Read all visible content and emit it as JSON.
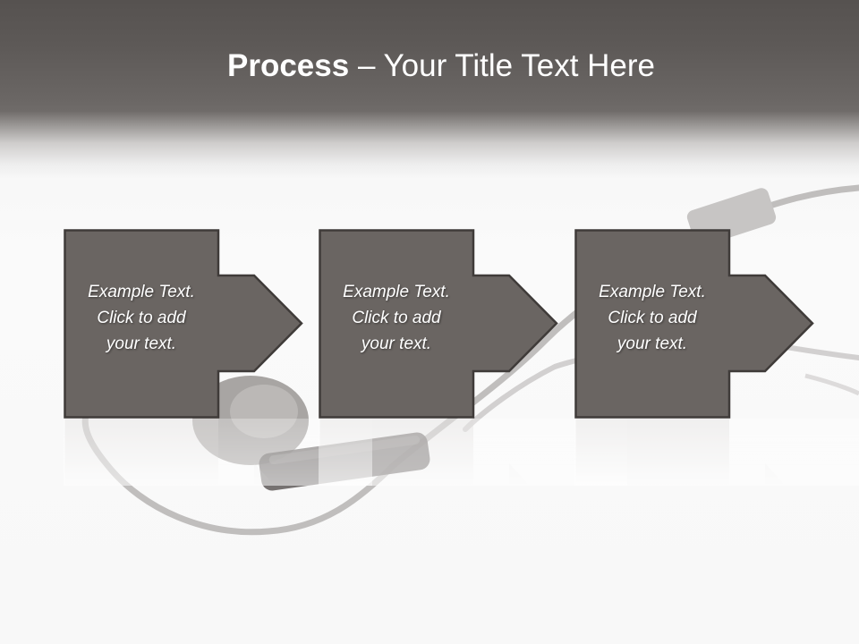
{
  "title": {
    "bold": "Process",
    "rest": " – Your Title Text Here"
  },
  "steps": [
    {
      "line1": "Example Text.",
      "line2": "Click  to add",
      "line3": "your text."
    },
    {
      "line1": "Example Text.",
      "line2": "Click  to add",
      "line3": "your text."
    },
    {
      "line1": "Example Text.",
      "line2": "Click  to add",
      "line3": "your text."
    }
  ],
  "colors": {
    "header": "#5d5957",
    "shape_fill": "#6a6562",
    "shape_stroke": "#3f3b39",
    "text": "#ffffff"
  },
  "background": {
    "decorative_image": "earphone-with-cable"
  }
}
